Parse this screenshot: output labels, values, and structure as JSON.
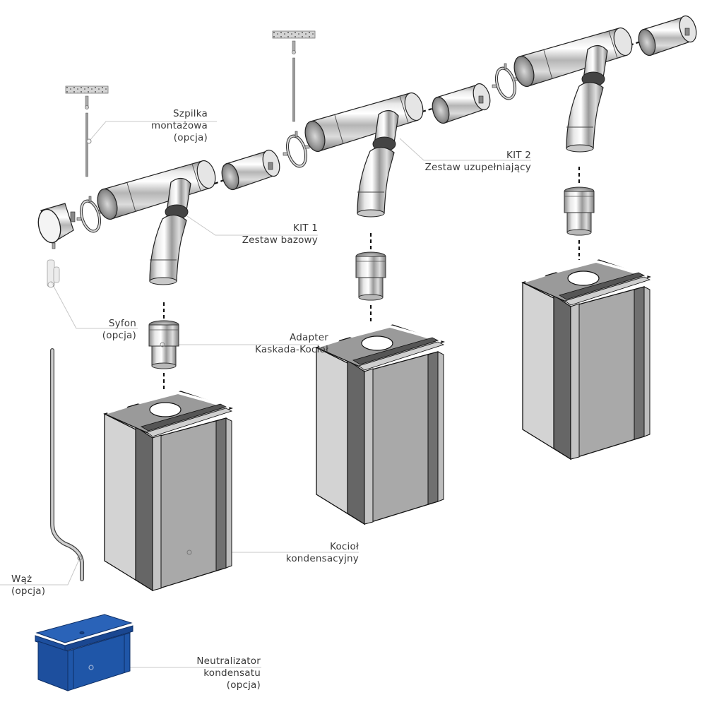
{
  "diagram": {
    "title": "Cascade boiler flue system – exploded view",
    "colors": {
      "label_text": "#3a3a3a",
      "leader_line": "#c8c8c8",
      "steel_light": "#f2f2f2",
      "steel_mid": "#b9b9b9",
      "steel_dark": "#6e6e6e",
      "boiler_front": "#a9a9a9",
      "boiler_side": "#d2d2d2",
      "boiler_stripe": "#666666",
      "neutralizer_blue": "#1f56a8"
    },
    "labels": {
      "rod": {
        "lines": [
          "Szpilka",
          "montażowa",
          "(opcja)"
        ]
      },
      "kit1": {
        "lines": [
          "KIT 1",
          "Zestaw bazowy"
        ]
      },
      "kit2": {
        "lines": [
          "KIT 2",
          "Zestaw uzupełniający"
        ]
      },
      "siphon": {
        "lines": [
          "Syfon",
          "(opcja)"
        ]
      },
      "adapter": {
        "lines": [
          "Adapter",
          "Kaskada-Kocioł"
        ]
      },
      "boiler": {
        "lines": [
          "Kocioł",
          "kondensacyjny"
        ]
      },
      "hose": {
        "lines": [
          "Wąż",
          "(opcja)"
        ]
      },
      "neutralizer": {
        "lines": [
          "Neutralizator",
          "kondensatu",
          "(opcja)"
        ]
      }
    },
    "components": [
      {
        "name": "end-cap",
        "icon": "end-cap-icon"
      },
      {
        "name": "pipe-clamp",
        "icon": "pipe-clamp-icon"
      },
      {
        "name": "tee-pipe",
        "icon": "tee-pipe-icon"
      },
      {
        "name": "straight-pipe",
        "icon": "straight-pipe-icon"
      },
      {
        "name": "elbow",
        "icon": "elbow-icon"
      },
      {
        "name": "adapter",
        "icon": "adapter-icon"
      },
      {
        "name": "boiler",
        "icon": "boiler-icon"
      },
      {
        "name": "siphon",
        "icon": "siphon-icon"
      },
      {
        "name": "hose",
        "icon": "hose-icon"
      },
      {
        "name": "neutralizer-box",
        "icon": "neutralizer-box-icon"
      },
      {
        "name": "mounting-rod",
        "icon": "mounting-rod-icon"
      }
    ]
  }
}
